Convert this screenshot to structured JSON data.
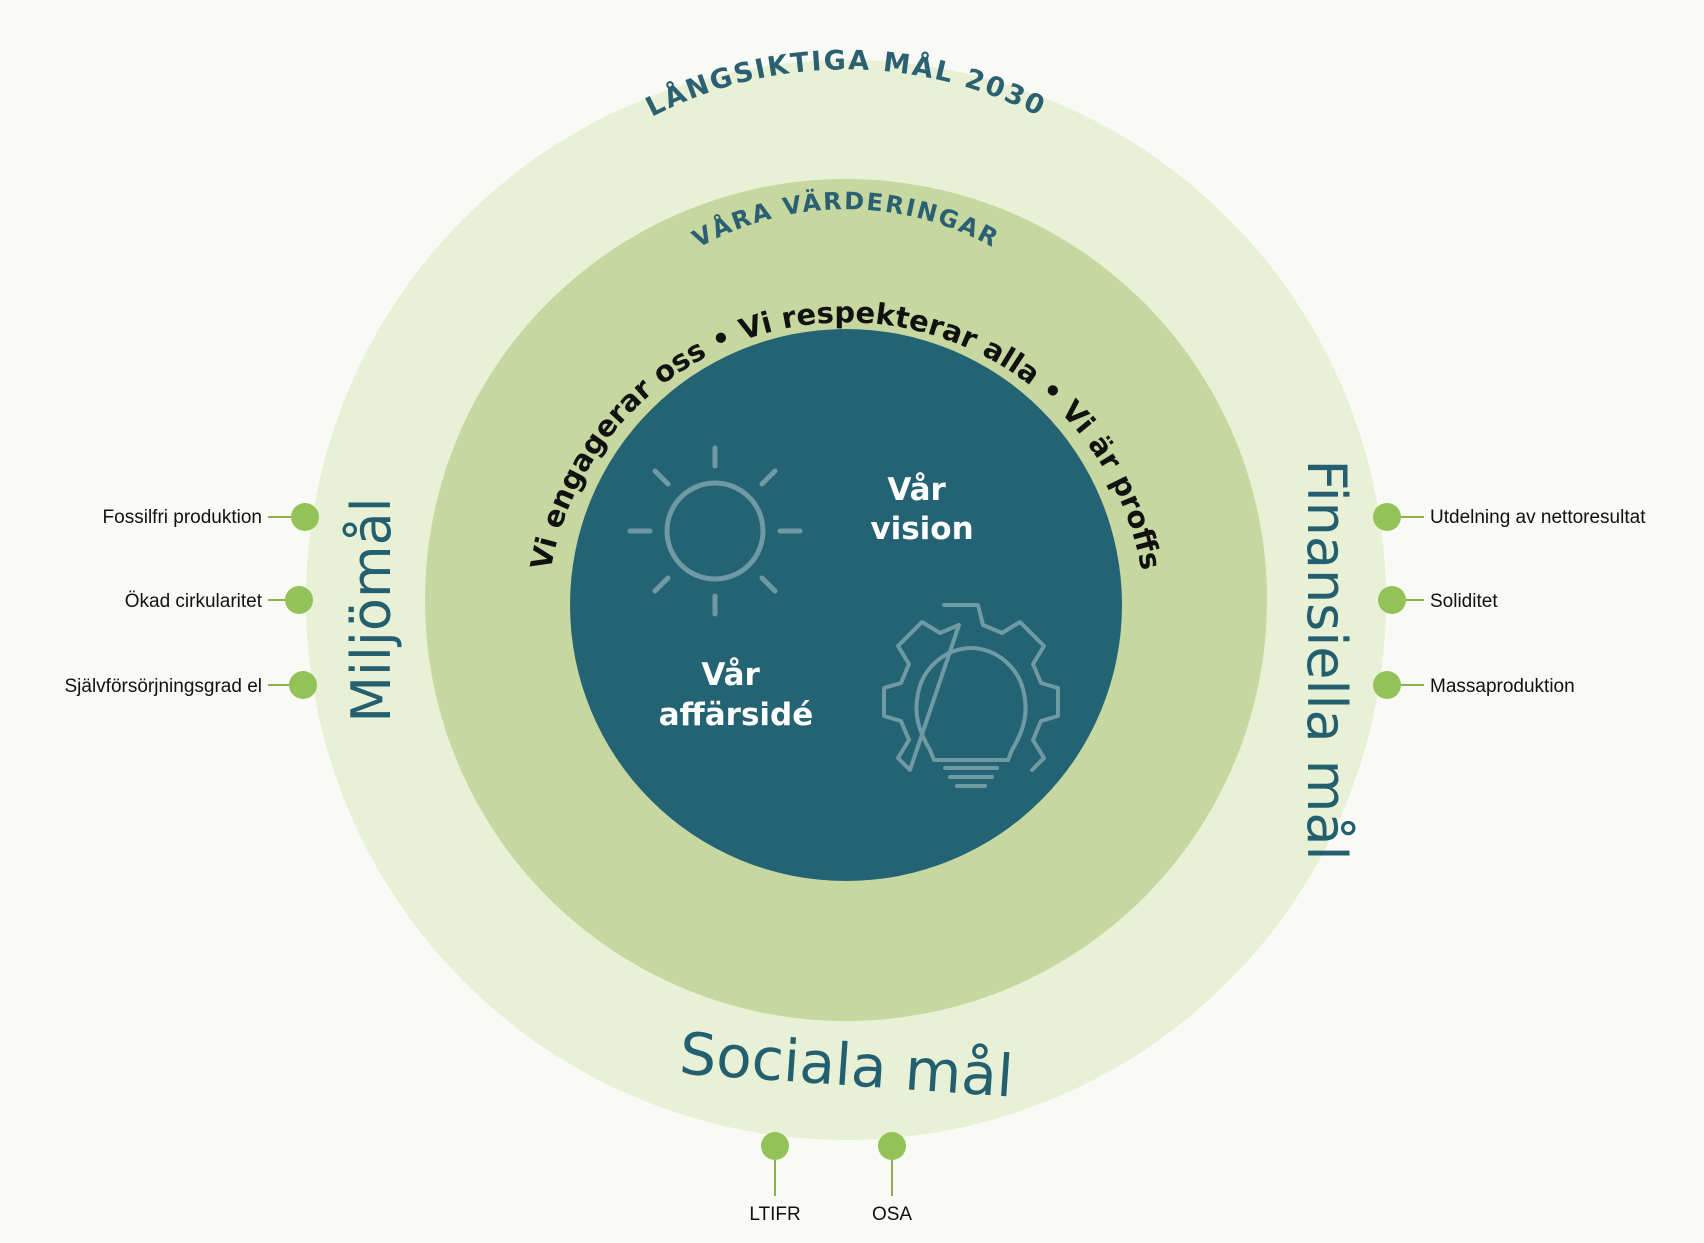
{
  "outer_ring": {
    "title": "LÅNGSIKTIGA MÅL 2030"
  },
  "middle_ring": {
    "title": "VÅRA VÄRDERINGAR",
    "values": [
      "Vi engagerar oss",
      "Vi respekterar alla",
      "Vi är proffs"
    ],
    "separator": "•"
  },
  "center": {
    "vision": {
      "line1": "Vår",
      "line2": "vision",
      "icon": "sun-icon"
    },
    "business_idea": {
      "line1": "Vår",
      "line2": "affärsidé",
      "icon": "lightbulb-gear-icon"
    }
  },
  "goals": {
    "environmental": {
      "title": "Miljömål",
      "items": [
        "Fossilfri produktion",
        "Ökad cirkularitet",
        "Självförsörjningsgrad el"
      ]
    },
    "financial": {
      "title": "Finansiella mål",
      "items": [
        "Utdelning av nettoresultat",
        "Soliditet",
        "Massaproduktion"
      ]
    },
    "social": {
      "title": "Sociala mål",
      "items": [
        "LTIFR",
        "OSA"
      ]
    }
  },
  "colors": {
    "outer_ring": "#e8f1d6",
    "middle_ring": "#c6d7a0",
    "center": "#246373",
    "dot": "#93c258",
    "title_text": "#2a6072",
    "background": "#f9faf6"
  }
}
